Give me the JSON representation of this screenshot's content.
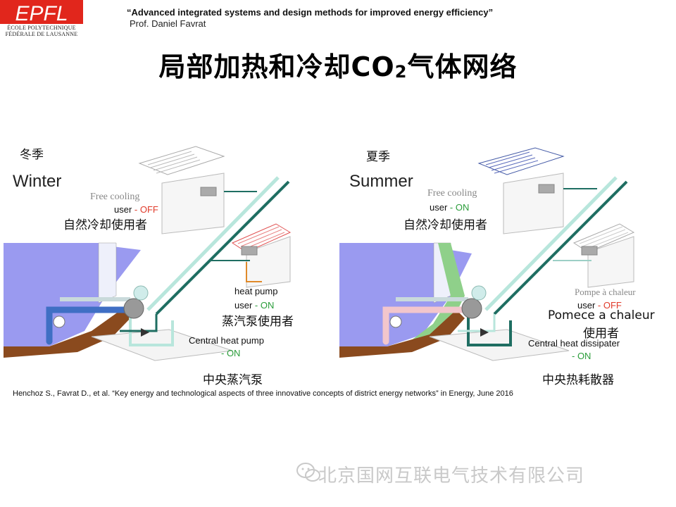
{
  "header": {
    "logo_text": "EPFL",
    "logo_line1": "ÉCOLE POLYTECHNIQUE",
    "logo_line2": "FÉDÉRALE DE LAUSANNE",
    "course_title": "“Advanced integrated systems and design methods for improved energy efficiency”",
    "professor": "Prof. Daniel Favrat"
  },
  "title": {
    "main_before": "局部加热和冷却CO",
    "subscript": "2",
    "main_after": "气体网络"
  },
  "winter": {
    "season_cn": "冬季",
    "season_en": "Winter",
    "free_cooling": "Free cooling",
    "user": "user",
    "free_cooling_state": "- OFF",
    "free_cooling_cn": "自然冷却使用者",
    "heat_pump": "heat pump",
    "heat_pump_user": "user",
    "heat_pump_state": "- ON",
    "heat_pump_cn": "蒸汽泵使用者",
    "central": "Central heat pump",
    "central_state": "- ON",
    "central_cn": "中央蒸汽泵"
  },
  "summer": {
    "season_cn": "夏季",
    "season_en": "Summer",
    "free_cooling": "Free cooling",
    "user": "user",
    "free_cooling_state": "- ON",
    "free_cooling_cn": "自然冷却使用者",
    "pompe": "Pompe à chaleur",
    "pompe_user": "user",
    "pompe_state": "- OFF",
    "pompe_cn_line1": "Pomece a chaleur",
    "pompe_cn_line2": "使用者",
    "central": "Central heat dissipater",
    "central_state": "- ON",
    "central_cn": "中央热耗散器"
  },
  "reference": "Henchoz S., Favrat D., et al. “Key energy and technological aspects of three innovative concepts of district energy networks” in Energy, June 2016",
  "watermark": "北京国网互联电气技术有限公司",
  "colors": {
    "epfl_red": "#e1261c",
    "lake": "#9a9af0",
    "ground": "#8a4a1e",
    "pipe_dark": "#1f6e62",
    "pipe_light": "#b8e6dc",
    "pipe_blue": "#3f6fc4",
    "pipe_pink": "#f2c6cc",
    "summer_green": "#8fd08a",
    "state_on": "#2a9d3a",
    "state_off": "#e03a2a"
  }
}
